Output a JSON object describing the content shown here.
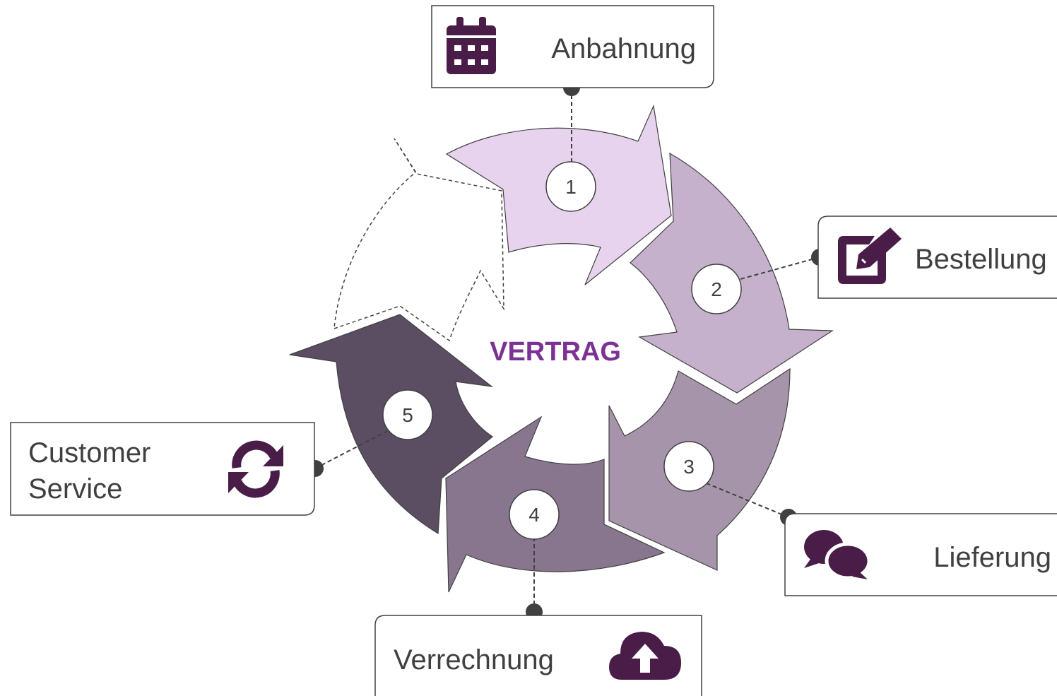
{
  "center_label": "VERTRAG",
  "colors": {
    "center_text": "#7b3294",
    "icon": "#4a1c48",
    "box_border": "#404040",
    "connector": "#404040",
    "step1": "#e8d3ee",
    "step2": "#c5b1cb",
    "step3": "#a594aa",
    "step4": "#87768e",
    "step5": "#5b4d62"
  },
  "steps": [
    {
      "number": "1",
      "label": "Anbahnung",
      "icon": "calendar-icon"
    },
    {
      "number": "2",
      "label": "Bestellung",
      "icon": "edit-icon"
    },
    {
      "number": "3",
      "label": "Lieferung",
      "icon": "comments-icon"
    },
    {
      "number": "4",
      "label": "Verrechnung",
      "icon": "cloud-upload-icon"
    },
    {
      "number": "5",
      "label_lines": [
        "Customer",
        "Service"
      ],
      "icon": "sync-icon"
    }
  ],
  "placeholder_step": {
    "style": "dashed-outline"
  }
}
